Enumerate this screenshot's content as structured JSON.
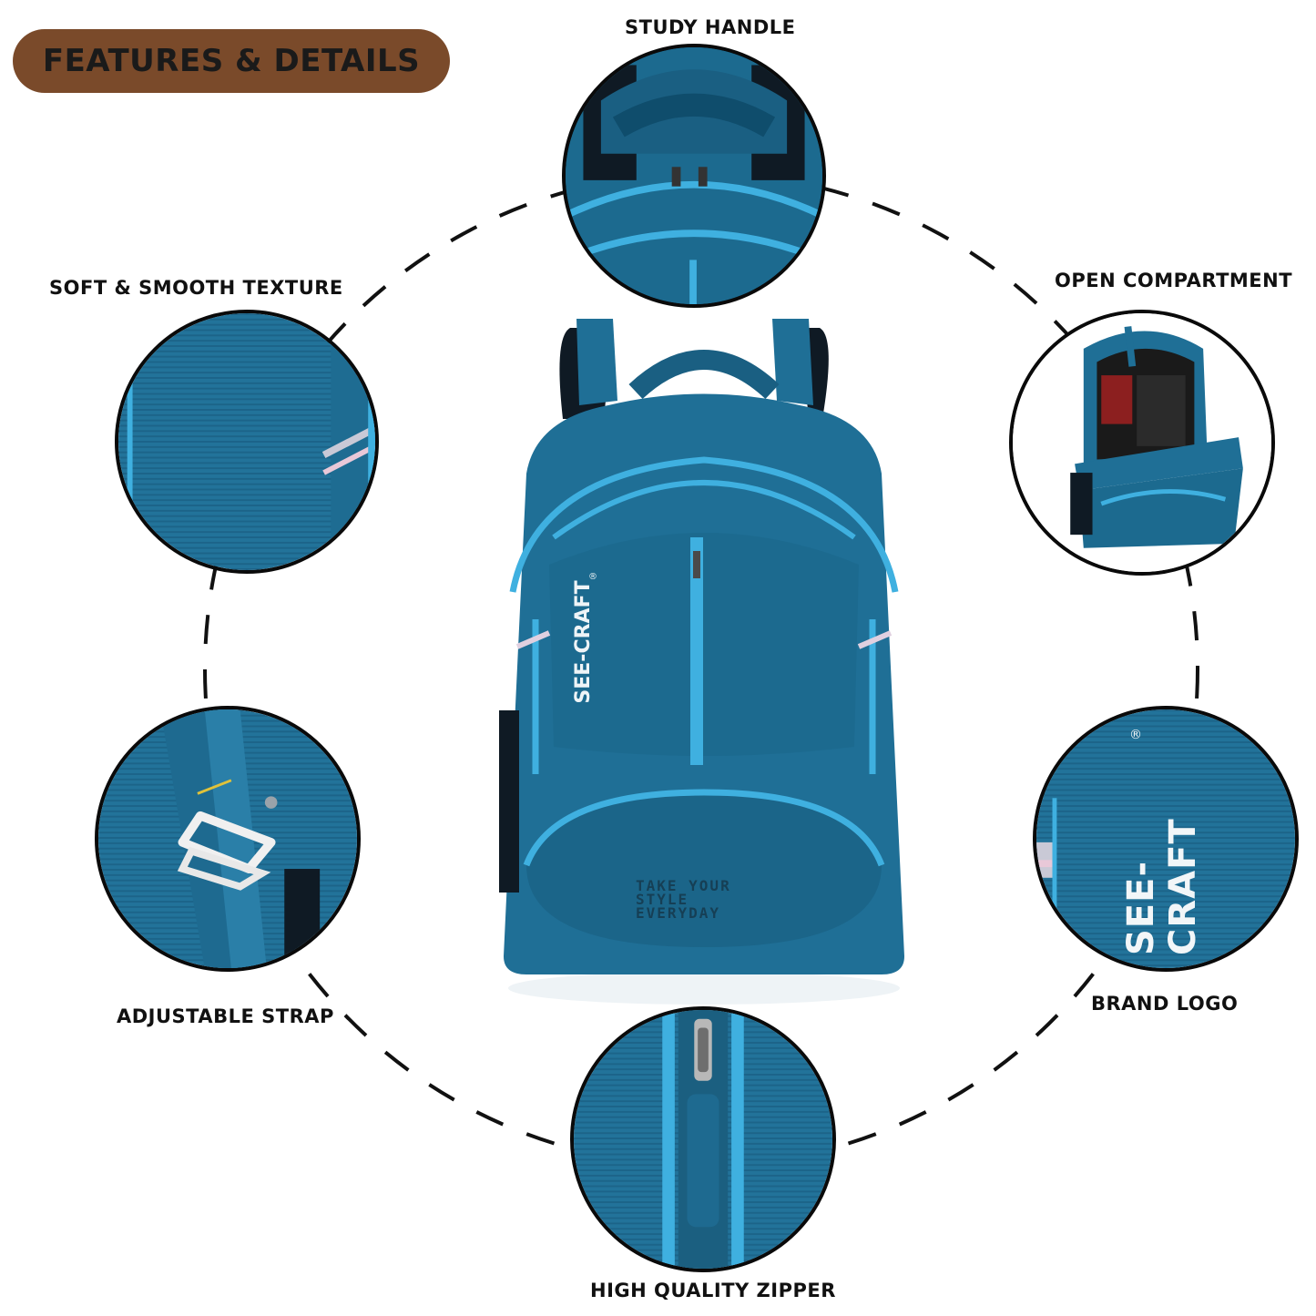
{
  "header": {
    "badge_text": "FEATURES & DETAILS",
    "badge_color": "#7a4a2a"
  },
  "features": [
    {
      "label": "STUDY HANDLE",
      "icon": "handle-closeup"
    },
    {
      "label": "SOFT & SMOOTH TEXTURE",
      "icon": "fabric-closeup"
    },
    {
      "label": "OPEN COMPARTMENT",
      "icon": "open-bag-closeup"
    },
    {
      "label": "ADJUSTABLE STRAP",
      "icon": "strap-buckle-closeup"
    },
    {
      "label": "BRAND LOGO",
      "icon": "logo-closeup"
    },
    {
      "label": "HIGH QUALITY ZIPPER",
      "icon": "zipper-closeup"
    }
  ],
  "product": {
    "brand": "SEE-CRAFT",
    "registered_mark": "®",
    "tagline_line1": "TAKE YOUR",
    "tagline_line2": "STYLE",
    "tagline_line3": "EVERYDAY",
    "body_color": "#1f6f96",
    "trim_color": "#3fb0e0",
    "dark_color": "#0f1a24"
  }
}
